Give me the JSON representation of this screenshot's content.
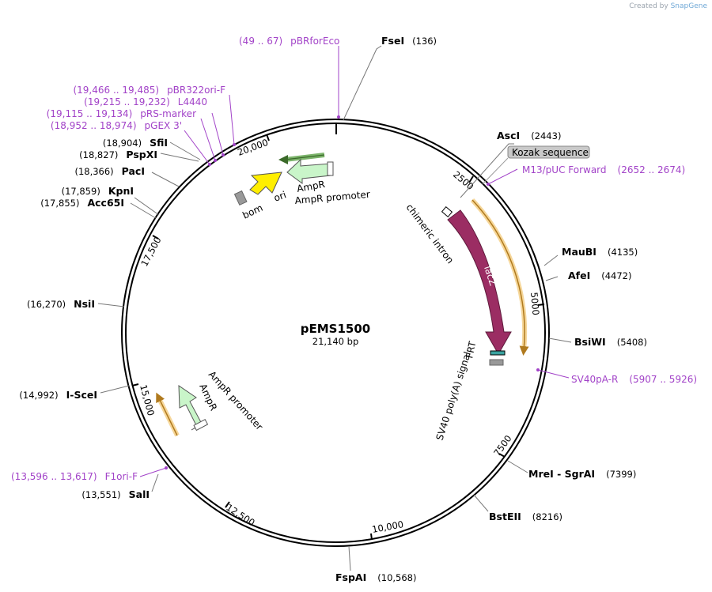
{
  "app": {
    "credit_prefix": "Created by",
    "credit_brand": "SnapGene"
  },
  "plasmid": {
    "name": "pEMS1500",
    "length_label": "21,140 bp"
  },
  "ticks": [
    "2500",
    "5000",
    "7500",
    "10,000",
    "12,500",
    "15,000",
    "17,500",
    "20,000"
  ],
  "sites": [
    {
      "name": "FseI",
      "pos": "(136)"
    },
    {
      "name": "AscI",
      "pos": "(2443)"
    },
    {
      "name": "MauBI",
      "pos": "(4135)"
    },
    {
      "name": "AfeI",
      "pos": "(4472)"
    },
    {
      "name": "BsiWI",
      "pos": "(5408)"
    },
    {
      "name": "MreI  - SgrAI",
      "pos": "(7399)"
    },
    {
      "name": "BstEII",
      "pos": "(8216)"
    },
    {
      "name": "FspAI",
      "pos": "(10,568)"
    },
    {
      "name": "SalI",
      "pos": "(13,551)"
    },
    {
      "name": "I-SceI",
      "pos": "(14,992)"
    },
    {
      "name": "NsiI",
      "pos": "(16,270)"
    },
    {
      "name": "Acc65I",
      "pos": "(17,855)"
    },
    {
      "name": "KpnI",
      "pos": "(17,859)"
    },
    {
      "name": "PacI",
      "pos": "(18,366)"
    },
    {
      "name": "PspXI",
      "pos": "(18,827)"
    },
    {
      "name": "SfiI",
      "pos": "(18,904)"
    }
  ],
  "primers": [
    {
      "range": "(49 .. 67)",
      "name": "pBRforEco"
    },
    {
      "range": "(19,466 .. 19,485)",
      "name": "pBR322ori-F"
    },
    {
      "range": "(19,215 .. 19,232)",
      "name": "L4440"
    },
    {
      "range": "(19,115 .. 19,134)",
      "name": "pRS-marker"
    },
    {
      "range": "(18,952 .. 18,974)",
      "name": "pGEX 3'"
    },
    {
      "name": "M13/pUC Forward",
      "range": "(2652 .. 2674)"
    },
    {
      "name": "SV40pA-R",
      "range": "(5907 .. 5926)"
    },
    {
      "range": "(13,596 .. 13,617)",
      "name": "F1ori-F"
    }
  ],
  "features": {
    "kozak": "Kozak sequence",
    "chimeric_intron": "chimeric intron",
    "lacz": "lacZ",
    "frt": "FRT",
    "sv40": "SV40 poly(A) signal",
    "ampr_top": "AmpR",
    "ampr_promoter_top": "AmpR promoter",
    "ori": "ori",
    "bom": "bom",
    "ampr_left": "AmpR",
    "ampr_promoter_left": "AmpR promoter"
  },
  "colors": {
    "primer": "#a243c8",
    "lacz": "#9b2d63",
    "ampr": "#c9f5c9",
    "ori": "#ffee00",
    "orf_arrow": "#d4a43c"
  }
}
